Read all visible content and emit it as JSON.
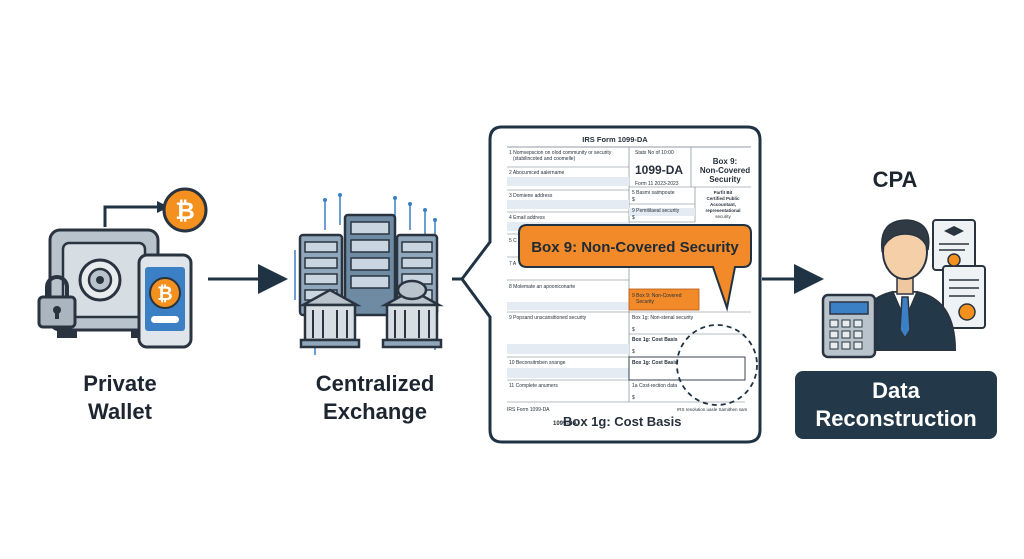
{
  "stages": {
    "wallet": {
      "line1": "Private",
      "line2": "Wallet"
    },
    "exchange": {
      "line1": "Centralized",
      "line2": "Exchange"
    },
    "cpa": {
      "title": "CPA",
      "box_line1": "Data",
      "box_line2": "Reconstruction"
    }
  },
  "form": {
    "header": "IRS Form 1099-DA",
    "omb_label": "Stats No of 10:00",
    "form_name": "1099-DA",
    "form_year": "Form 11 2023-2023",
    "box9_corner": [
      "Box 9:",
      "Non-Covered",
      "Security"
    ],
    "left_rows": [
      {
        "label": "1  Nomvepscion on olod community or security",
        "sub": "(stabilincoted and coomelle)"
      },
      {
        "label": "2  Abocumced aalername"
      },
      {
        "label": "3  Domiene address"
      },
      {
        "label": "4  Email address"
      },
      {
        "label": "5  C"
      },
      {
        "label": "7  A"
      },
      {
        "label": "8  Molemate an apooniconarte"
      },
      {
        "label": "9  Popsand unscansitioned security"
      },
      {
        "label": "10  Beconsitmben snange"
      },
      {
        "label": "11  Complete anumers"
      }
    ],
    "right_rows": [
      {
        "label": "5  Basmi saimpoute",
        "sub": "$"
      },
      {
        "label": "9  Pemitilaeal security",
        "sub": "$"
      },
      {
        "label": "9  Box 9: Non-Covered",
        "sub": "Security"
      },
      {
        "label": "Box 1g:  Non-stenal security",
        "sub": "$"
      },
      {
        "label": "Box 1g:  Cost Basis",
        "sub": "$"
      },
      {
        "label": "Box 1g:  Cost Basis"
      },
      {
        "label": "1a  Cost-rection data",
        "sub": "$"
      }
    ],
    "side_note": [
      "Parfit Bit",
      "Certified Public",
      "Accountant,",
      "representational",
      "security"
    ],
    "footer_left": "IRS Form 1099-DA",
    "footer_right": "IRS resolution uasle Samithen sam",
    "footer_center": "1099-DA",
    "callout": "Box 9: Non-Covered Security",
    "cost_basis_label": "Box 1g: Cost Basis"
  },
  "colors": {
    "arrow": "#1f3344",
    "bitcoin": "#f4901e",
    "callout": "#f28a2a",
    "dark": "#233848",
    "accent_blue": "#3b7fc4"
  }
}
